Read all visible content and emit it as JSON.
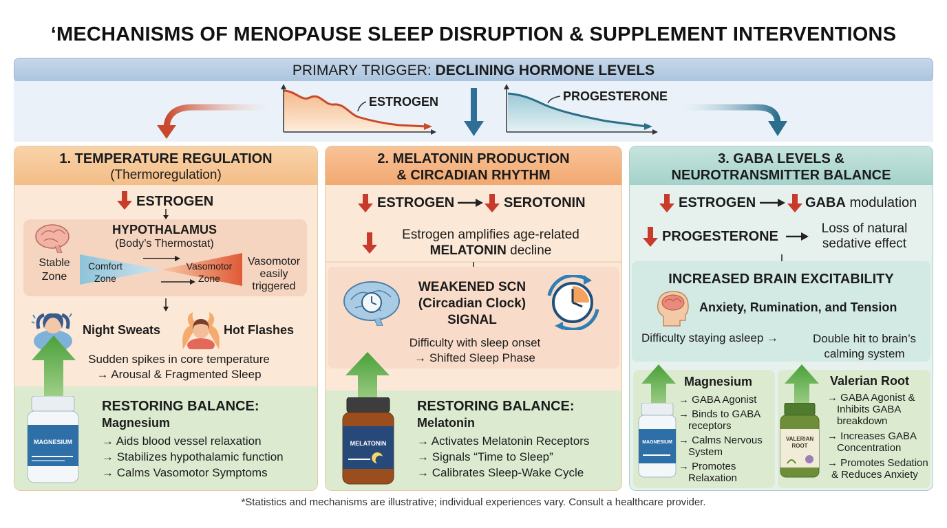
{
  "title": "‘MECHANISMS OF MENOPAUSE SLEEP DISRUPTION & SUPPLEMENT INTERVENTIONS",
  "trigger": {
    "prefix": "PRIMARY TRIGGER:",
    "label": "DECLINING HORMONE LEVELS",
    "estrogen": "ESTROGEN",
    "progesterone": "PROGESTERONE"
  },
  "sections": [
    {
      "header": "1. TEMPERATURE REGULATION",
      "subheader": "(Thermoregulation)",
      "cause": "ESTROGEN",
      "hypothalamus": "HYPOTHALAMUS",
      "hypothalamus_sub": "(Body’s Thermostat)",
      "stable_zone": [
        "Stable",
        "Zone"
      ],
      "comfort_zone": [
        "Comfort",
        "Zone"
      ],
      "vasomotor_zone": [
        "Vasomotor",
        "Zone"
      ],
      "vasomotor_note": [
        "Vasomotor",
        "easily",
        "triggered"
      ],
      "symptom1": "Night Sweats",
      "symptom2": "Hot Flashes",
      "effect": [
        "Sudden spikes in core temperature",
        "→ Arousal & Fragmented Sleep"
      ],
      "restore_title": "RESTORING BALANCE:",
      "restore_supplement": "Magnesium",
      "bottle_label": "MAGNESIUM",
      "restore_items": [
        "→ Aids blood vessel relaxation",
        "→ Stabilizes hypothalamic function",
        "→ Calms Vasomotor Symptoms"
      ]
    },
    {
      "header": "2. MELATONIN PRODUCTION",
      "header2": "& CIRCADIAN RHYTHM",
      "cause_a": "ESTROGEN",
      "cause_b": "SEROTONIN",
      "note": "Estrogen amplifies age-related",
      "note_bold": "MELATONIN",
      "note_end": "decline",
      "scn": [
        "WEAKENED SCN",
        "(Circadian Clock)",
        "SIGNAL"
      ],
      "effect": [
        "Difficulty with sleep onset",
        "→ Shifted Sleep Phase"
      ],
      "restore_title": "RESTORING BALANCE:",
      "restore_supplement": "Melatonin",
      "bottle_label": "MELATONIN",
      "restore_items": [
        "→ Activates Melatonin Receptors",
        "→ Signals “Time to Sleep”",
        "→ Calibrates Sleep-Wake Cycle"
      ]
    },
    {
      "header": "3. GABA LEVELS &",
      "header2": "NEUROTRANSMITTER BALANCE",
      "cause_a": "ESTROGEN",
      "cause_b": "GABA",
      "cause_b_suffix": "modulation",
      "cause_c": "PROGESTERONE",
      "cause_c_effect": [
        "Loss of natural",
        "sedative effect"
      ],
      "excitability": "INCREASED BRAIN EXCITABILITY",
      "excitability_sub": "Anxiety, Rumination, and Tension",
      "effect_left": "Difficulty staying asleep →",
      "effect_right": [
        "Double hit to brain’s",
        "calming system"
      ],
      "supp1_name": "Magnesium",
      "supp1_label": "MAGNESIUM",
      "supp1_items": [
        "→ GABA Agonist",
        "→ Binds to GABA",
        "receptors",
        "→ Calms Nervous",
        "System",
        "→ Promotes",
        "Relaxation"
      ],
      "supp2_name": "Valerian Root",
      "supp2_label": [
        "VALERIAN",
        "ROOT"
      ],
      "supp2_items": [
        "→ GABA Agonist &",
        "Inhibits GABA",
        "breakdown",
        "→ Increases GABA",
        "Concentration",
        "→ Promotes Sedation",
        "& Reduces Anxiety"
      ]
    }
  ],
  "footnote": "*Statistics and mechanisms are illustrative; individual experiences vary. Consult a healthcare provider.",
  "colors": {
    "orange_header": "#f6c48f",
    "orange_body": "#fbe8d6",
    "teal_header": "#b9ddd7",
    "green": "#dcebd0",
    "red_arrow": "#c83a2a",
    "blue_arrow": "#2f6f96",
    "green_arrow": "#5aa646"
  }
}
